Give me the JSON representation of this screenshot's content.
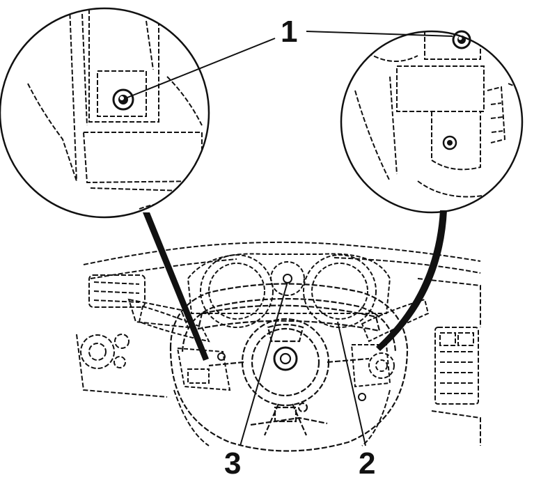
{
  "callouts": {
    "one": "1",
    "two": "2",
    "three": "3"
  },
  "colors": {
    "ink": "#111111",
    "paper": "#ffffff"
  }
}
